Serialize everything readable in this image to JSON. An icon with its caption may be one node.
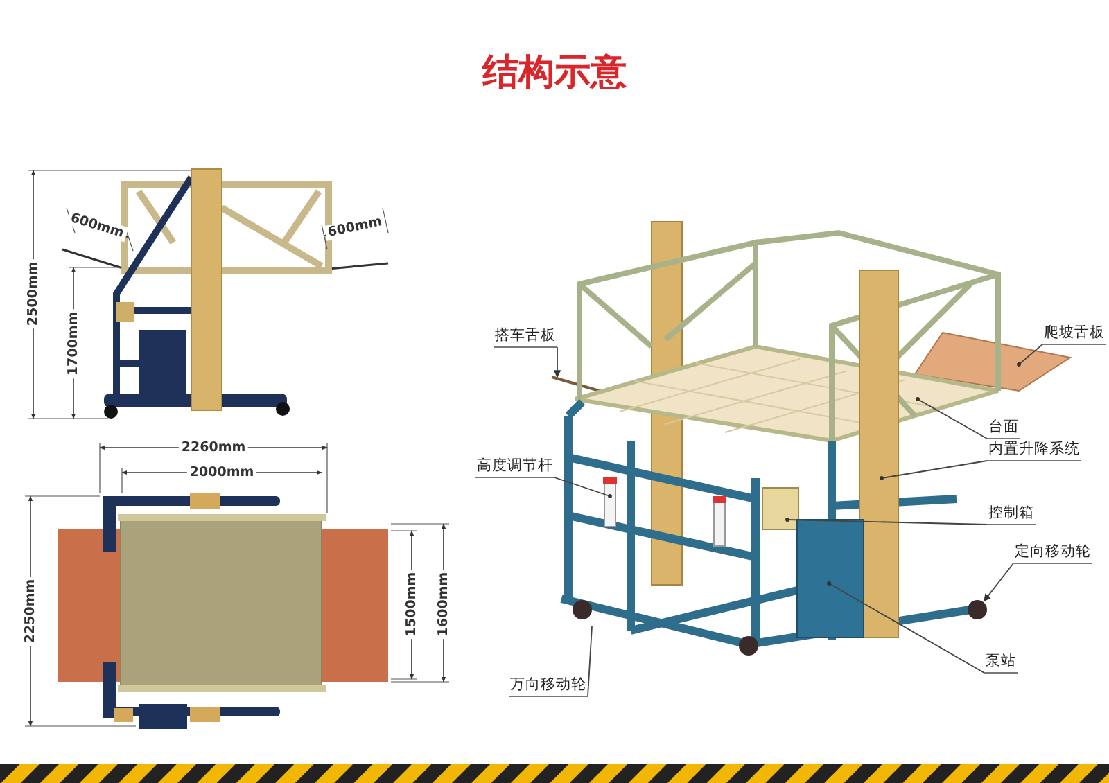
{
  "diagram": {
    "title": "结构示意",
    "nodes": [
      {
        "text": [
          "搭车舌板"
        ]
      },
      {
        "text": [
          "爬坡舌板"
        ]
      },
      {
        "text": [
          "台面"
        ]
      },
      {
        "text": [
          "内置升降系统"
        ]
      },
      {
        "text": [
          "高度调节杆"
        ]
      },
      {
        "text": [
          "控制箱"
        ]
      },
      {
        "text": [
          "定向移动轮"
        ]
      },
      {
        "text": [
          "泵站"
        ]
      },
      {
        "text": [
          "万向移动轮"
        ]
      },
      {
        "text": [],
        "shape": "circle"
      }
    ],
    "edges": [
      {
        "from": 0,
        "to": null,
        "arrow": "to"
      },
      {
        "from": 1,
        "to": null,
        "arrow": "other"
      },
      {
        "from": 2,
        "to": null,
        "arrow": "other"
      },
      {
        "from": 3,
        "to": null,
        "arrow": "other"
      },
      {
        "from": 4,
        "to": null,
        "arrow": "other"
      },
      {
        "from": 5,
        "to": null,
        "arrow": "other"
      },
      {
        "from": 6,
        "to": 9,
        "arrow": "to"
      },
      {
        "from": 7,
        "to": null,
        "arrow": "other"
      },
      {
        "from": 8,
        "to": null,
        "arrow": "none"
      }
    ],
    "labels": [
      "600mm",
      "600mm",
      "2500mm",
      "1700mm",
      "2260mm",
      "2000mm",
      "2250mm",
      "1500mm",
      "1600mm"
    ]
  }
}
